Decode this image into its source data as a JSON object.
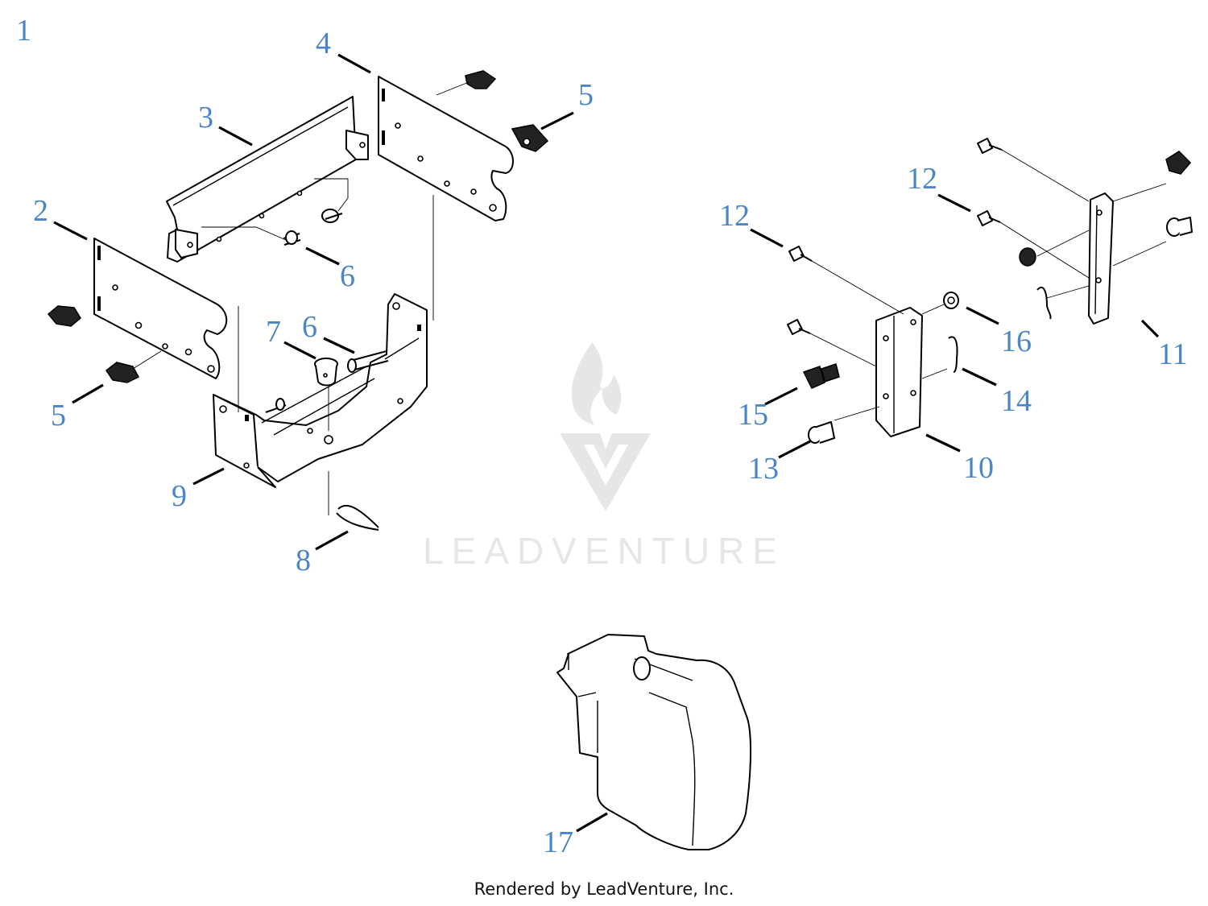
{
  "diagram": {
    "callouts": {
      "c1": "1",
      "c2": "2",
      "c3": "3",
      "c4": "4",
      "c5a": "5",
      "c5b": "5",
      "c6a": "6",
      "c6b": "6",
      "c7": "7",
      "c8": "8",
      "c9": "9",
      "c10": "10",
      "c11": "11",
      "c12a": "12",
      "c12b": "12",
      "c13": "13",
      "c14": "14",
      "c15": "15",
      "c16": "16",
      "c17": "17"
    },
    "callout_color": "#4a86c5",
    "line_color": "#000000"
  },
  "watermark": {
    "text": "LEADVENTURE",
    "color": "#e6e6e6"
  },
  "footer": {
    "credit": "Rendered by LeadVenture, Inc."
  }
}
